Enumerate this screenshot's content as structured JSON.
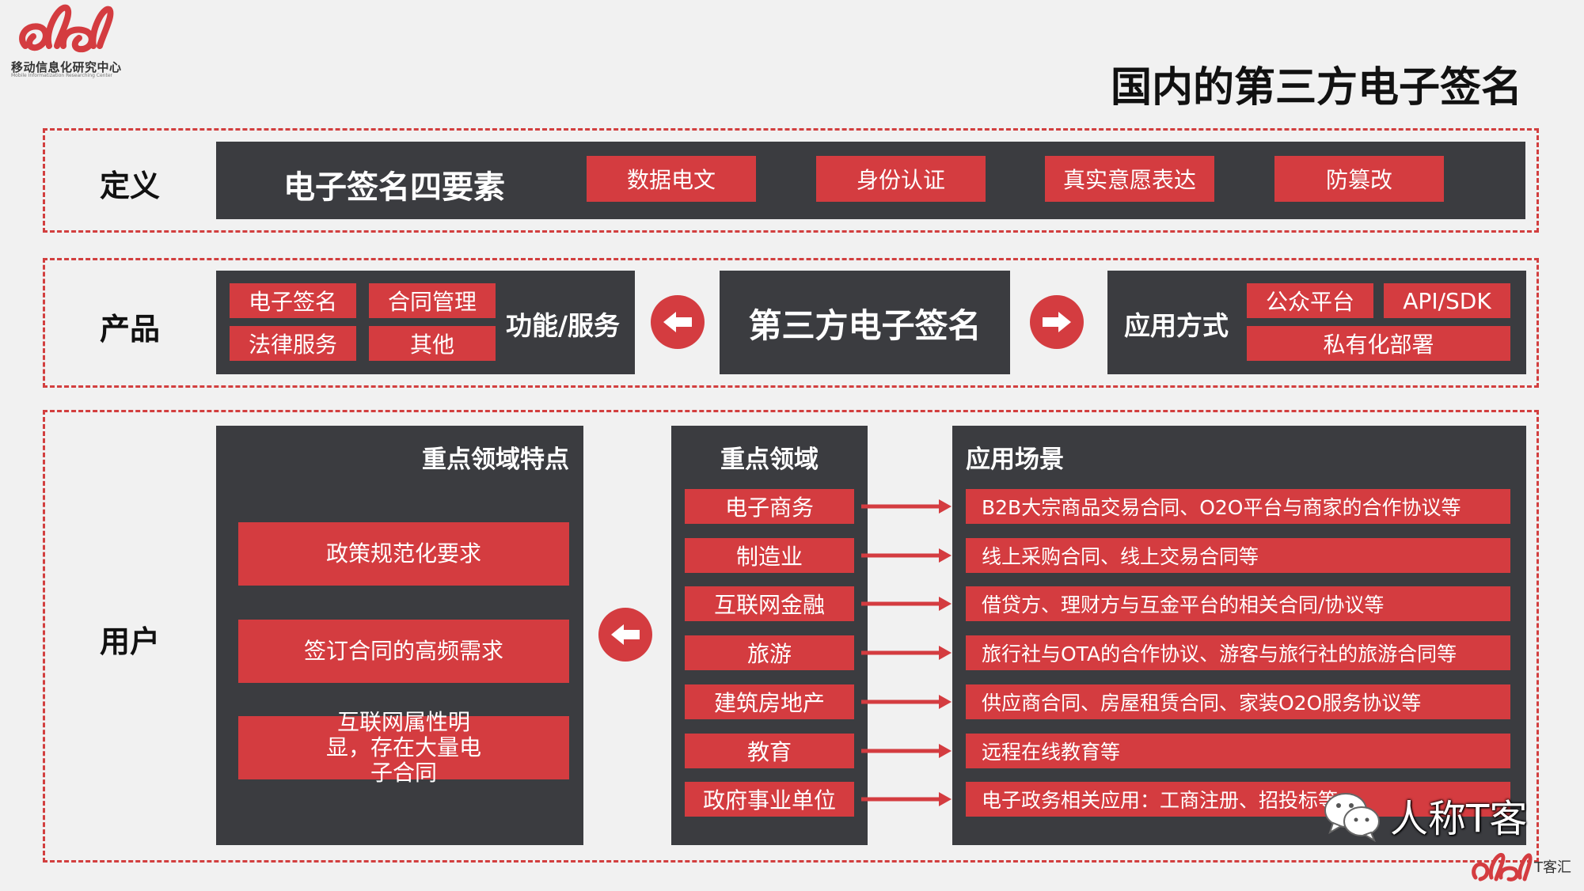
{
  "logo": {
    "org_name": "移动信息化研究中心",
    "org_sub": "Mobile Informatization Researching Center"
  },
  "title": "国内的第三方电子签名",
  "definition": {
    "label": "定义",
    "header": "电子签名四要素",
    "elements": [
      "数据电文",
      "身份认证",
      "真实意愿表达",
      "防篡改"
    ]
  },
  "product": {
    "label": "产品",
    "functions": [
      "电子签名",
      "合同管理",
      "法律服务",
      "其他"
    ],
    "functions_label": "功能/服务",
    "center": "第三方电子签名",
    "apply_label": "应用方式",
    "apply_methods": [
      "公众平台",
      "API/SDK",
      "私有化部署"
    ]
  },
  "user": {
    "label": "用户",
    "features_title": "重点领域特点",
    "features": [
      "政策规范化要求",
      "签订合同的高频需求",
      "互联网属性明显，存在大量电子合同"
    ],
    "domains_title": "重点领域",
    "domains": [
      "电子商务",
      "制造业",
      "互联网金融",
      "旅游",
      "建筑房地产",
      "教育",
      "政府事业单位"
    ],
    "scenarios_title": "应用场景",
    "scenarios": [
      "B2B大宗商品交易合同、O2O平台与商家的合作协议等",
      "线上采购合同、线上交易合同等",
      "借贷方、理财方与互金平台的相关合同/协议等",
      "旅行社与OTA的合作协议、游客与旅行社的旅游合同等",
      "供应商合同、房屋租赁合同、家装O2O服务协议等",
      "远程在线教育等",
      "电子政务相关应用：工商注册、招投标等"
    ]
  },
  "watermark": {
    "text": "人称T客",
    "corner": "T客汇"
  },
  "colors": {
    "accent_red": "#d43c40",
    "panel_dark": "#3b3c40",
    "background": "#f1f1f1"
  }
}
